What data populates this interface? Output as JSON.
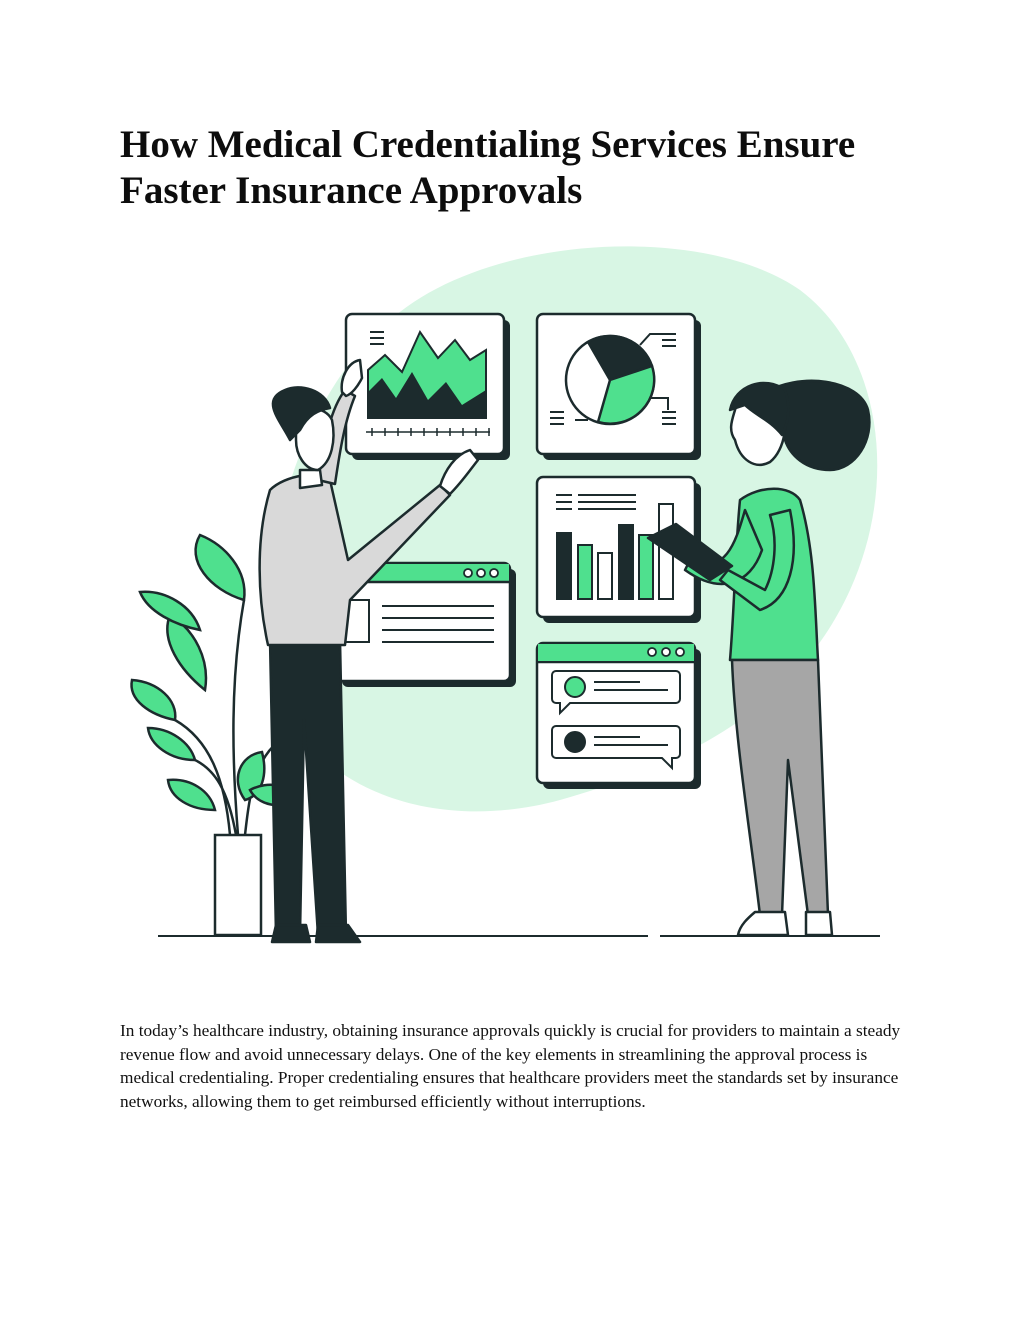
{
  "document": {
    "title": "How Medical Credentialing Services Ensure Faster Insurance Approvals",
    "intro_paragraph": "In today’s healthcare industry, obtaining insurance approvals quickly is crucial for providers to maintain a steady revenue flow and avoid unnecessary delays. One of the key elements in streamlining the approval process is medical credentialing. Proper credentialing ensures that healthcare providers meet the standards set by insurance networks, allowing them to get reimbursed efficiently without interruptions."
  },
  "colors": {
    "accent": "#4fe08e",
    "blob": "#d8f6e4",
    "dark": "#1c2b2d",
    "grey": "#a6a6a6",
    "light_grey": "#d9d9d9"
  },
  "illustration": {
    "icons": [
      "analytics-dashboard-illustration",
      "area-chart-icon",
      "pie-chart-icon",
      "bar-chart-icon",
      "chat-messages-icon",
      "browser-window-icon",
      "potted-plant-icon",
      "tablet-icon"
    ]
  }
}
